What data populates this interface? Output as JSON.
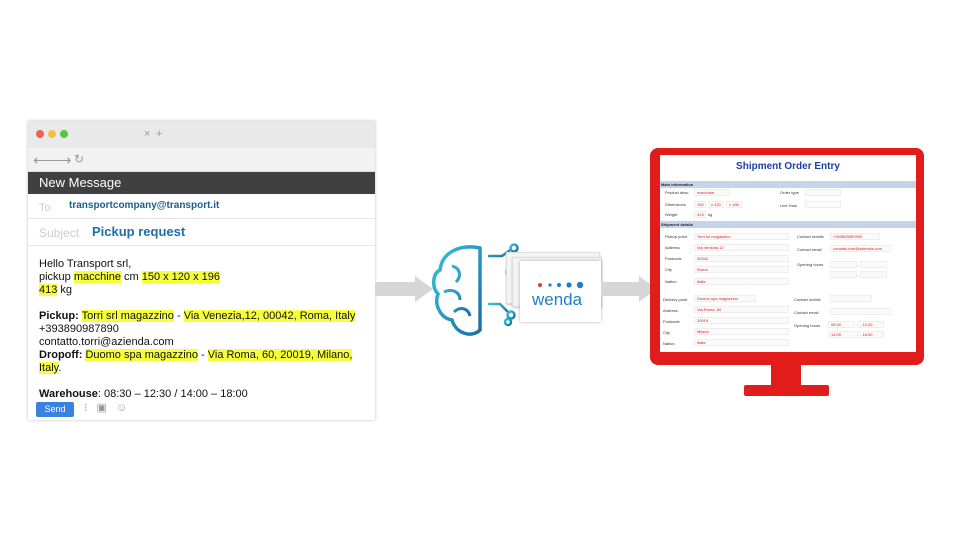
{
  "email": {
    "header": "New Message",
    "to_label": "To",
    "to_value": "transportcompany@transport.it",
    "subject_label": "Subject",
    "subject_value": "Pickup request",
    "greeting": "Hello Transport srl,",
    "line2_a": "pickup ",
    "line2_b": "macchine",
    "line2_c": " cm ",
    "line2_d": "150 x 120 x 196",
    "line3_a": "413",
    "line3_b": " kg",
    "pickup_label": "Pickup:",
    "pickup_name": "Torri srl magazzino",
    "pickup_sep": " - ",
    "pickup_addr": "Via Venezia,12, 00042, Roma, Italy",
    "phone": "+393890987890",
    "contact_email": "contatto.torri@azienda.com",
    "dropoff_label": "Dropoff:",
    "dropoff_name": "Duomo spa magazzino",
    "dropoff_sep": "  - ",
    "dropoff_addr": "Via Roma, 60, 20019, Milano, Italy",
    "dropoff_end": ".",
    "warehouse_label": "Warehouse",
    "warehouse_value": ": 08:30 – 12:30 / 14:00 – 18:00",
    "send_label": "Send",
    "tab_close": "×",
    "tab_plus": "+"
  },
  "wenda": {
    "brand": "wenda"
  },
  "form": {
    "title": "Shipment Order Entry",
    "main_info": "Main information",
    "shipment_details": "Shipment details",
    "product_desc_label": "Product desc.",
    "product_desc": "macchine",
    "order_type_label": "Order type",
    "dimensions_label": "Dimensions",
    "dim1": "150",
    "dim2": "x 120",
    "dim3": "x 196",
    "line_haul_label": "Line Haul",
    "weight_label": "Weight",
    "weight": "413",
    "weight_unit": "kg",
    "pickup_point_label": "Pickup point",
    "pickup_point": "Torri srl magazzino",
    "contact_mobile_label": "Contact mobile",
    "contact_mobile": "+393890987890",
    "address_label": "Address",
    "pickup_address": "Via Venezia,12",
    "contact_email_label": "Contact email",
    "pickup_email": "contatto.torri@azienda.com",
    "postcode_label": "Postcode",
    "pickup_postcode": "00042",
    "opening_hours_label": "Opening hours",
    "city_label": "City",
    "pickup_city": "Roma",
    "nation_label": "Nation",
    "pickup_nation": "Italia",
    "delivery_point_label": "Delivery point",
    "delivery_point": "Duomo spa magazzino",
    "delivery_address": "Via Roma, 60",
    "delivery_postcode": "20019",
    "delivery_city": "Milano",
    "delivery_nation": "Italia",
    "oh1_from": "08:30",
    "oh1_to": "- 12:00",
    "oh2_from": "14:00",
    "oh2_to": "- 18:00",
    "dash": "-"
  }
}
